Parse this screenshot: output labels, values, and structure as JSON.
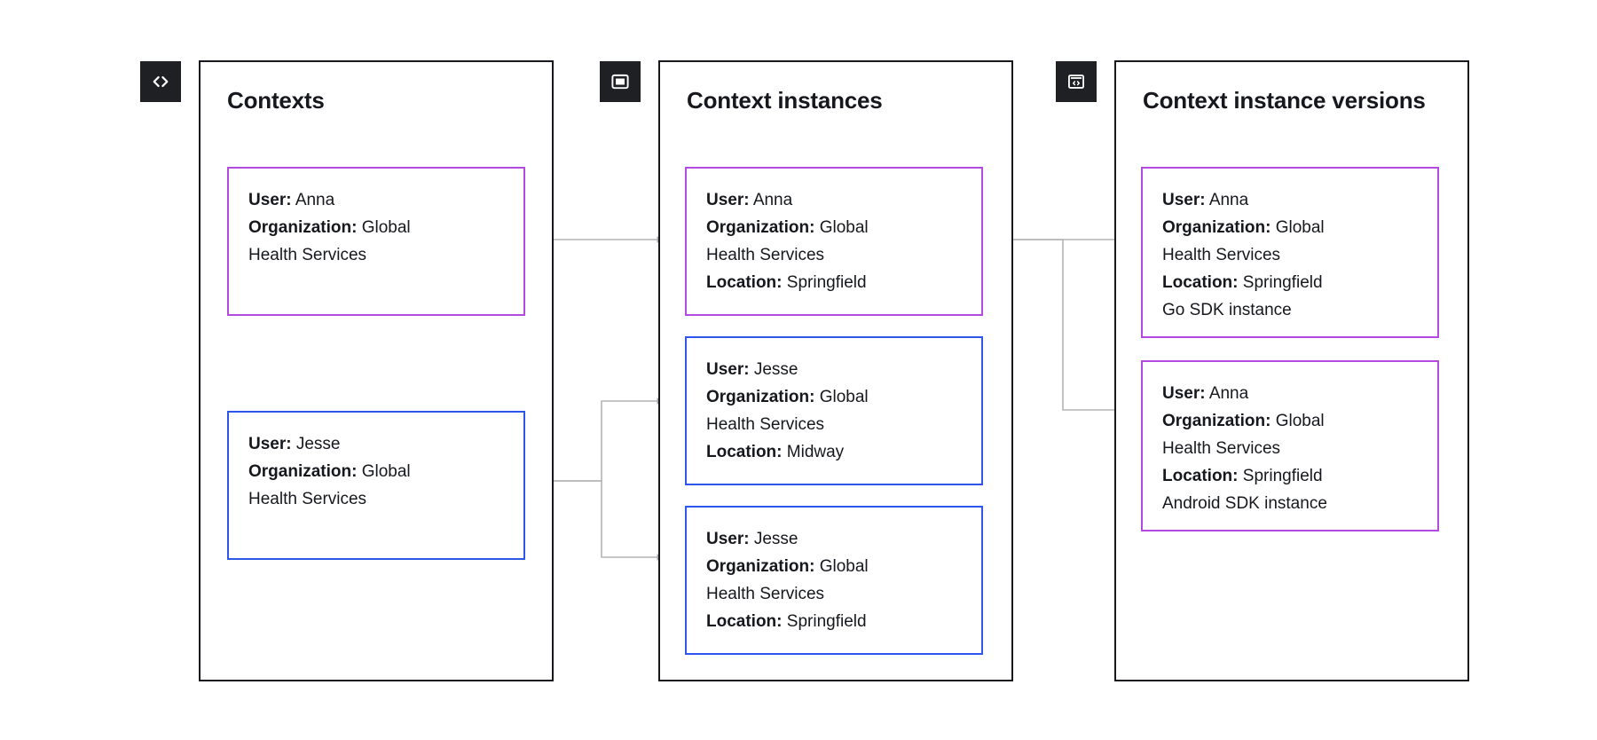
{
  "colors": {
    "purple": "#b44ae0",
    "blue": "#2f55ef",
    "panel_border": "#16181d",
    "badge_background": "#1f2023",
    "connector": "#b0b0b0",
    "text": "#16181d",
    "background": "#ffffff"
  },
  "panels": [
    {
      "id": "contexts",
      "title": "Contexts",
      "badge_icon": "code-brackets-icon"
    },
    {
      "id": "instances",
      "title": "Context instances",
      "badge_icon": "window-instance-icon"
    },
    {
      "id": "versions",
      "title": "Context instance versions",
      "badge_icon": "window-code-version-icon"
    }
  ],
  "cards": {
    "context_anna": {
      "accent": "purple",
      "lines": [
        {
          "label": "User:",
          "value": "Anna"
        },
        {
          "label": "Organization:",
          "value": "Global"
        },
        {
          "label": "",
          "value": "Health Services"
        }
      ]
    },
    "context_jesse": {
      "accent": "blue",
      "lines": [
        {
          "label": "User:",
          "value": "Jesse"
        },
        {
          "label": "Organization:",
          "value": "Global"
        },
        {
          "label": "",
          "value": "Health Services"
        }
      ]
    },
    "instance_anna_springfield": {
      "accent": "purple",
      "lines": [
        {
          "label": "User:",
          "value": "Anna"
        },
        {
          "label": "Organization:",
          "value": "Global"
        },
        {
          "label": "",
          "value": "Health Services"
        },
        {
          "label": "Location:",
          "value": "Springfield"
        }
      ]
    },
    "instance_jesse_midway": {
      "accent": "blue",
      "lines": [
        {
          "label": "User:",
          "value": "Jesse"
        },
        {
          "label": "Organization:",
          "value": "Global"
        },
        {
          "label": "",
          "value": "Health Services"
        },
        {
          "label": "Location:",
          "value": "Midway"
        }
      ]
    },
    "instance_jesse_springfield": {
      "accent": "blue",
      "lines": [
        {
          "label": "User:",
          "value": "Jesse"
        },
        {
          "label": "Organization:",
          "value": "Global"
        },
        {
          "label": "",
          "value": "Health Services"
        },
        {
          "label": "Location:",
          "value": "Springfield"
        }
      ]
    },
    "version_go_sdk": {
      "accent": "purple",
      "lines": [
        {
          "label": "User:",
          "value": "Anna"
        },
        {
          "label": "Organization:",
          "value": "Global"
        },
        {
          "label": "",
          "value": "Health Services"
        },
        {
          "label": "Location:",
          "value": "Springfield"
        },
        {
          "label": "",
          "value": "Go SDK instance"
        }
      ]
    },
    "version_android_sdk": {
      "accent": "purple",
      "lines": [
        {
          "label": "User:",
          "value": "Anna"
        },
        {
          "label": "Organization:",
          "value": "Global"
        },
        {
          "label": "",
          "value": "Health Services"
        },
        {
          "label": "Location:",
          "value": "Springfield"
        },
        {
          "label": "",
          "value": "Android SDK instance"
        }
      ]
    }
  },
  "connectors": [
    {
      "from": "context_anna",
      "to": "instance_anna_springfield",
      "style": "straight"
    },
    {
      "from": "context_jesse",
      "to": "instance_jesse_midway",
      "style": "elbow-up"
    },
    {
      "from": "context_jesse",
      "to": "instance_jesse_springfield",
      "style": "elbow-down"
    },
    {
      "from": "instance_anna_springfield",
      "to": "version_go_sdk",
      "style": "straight"
    },
    {
      "from": "instance_anna_springfield",
      "to": "version_android_sdk",
      "style": "elbow-down"
    }
  ]
}
